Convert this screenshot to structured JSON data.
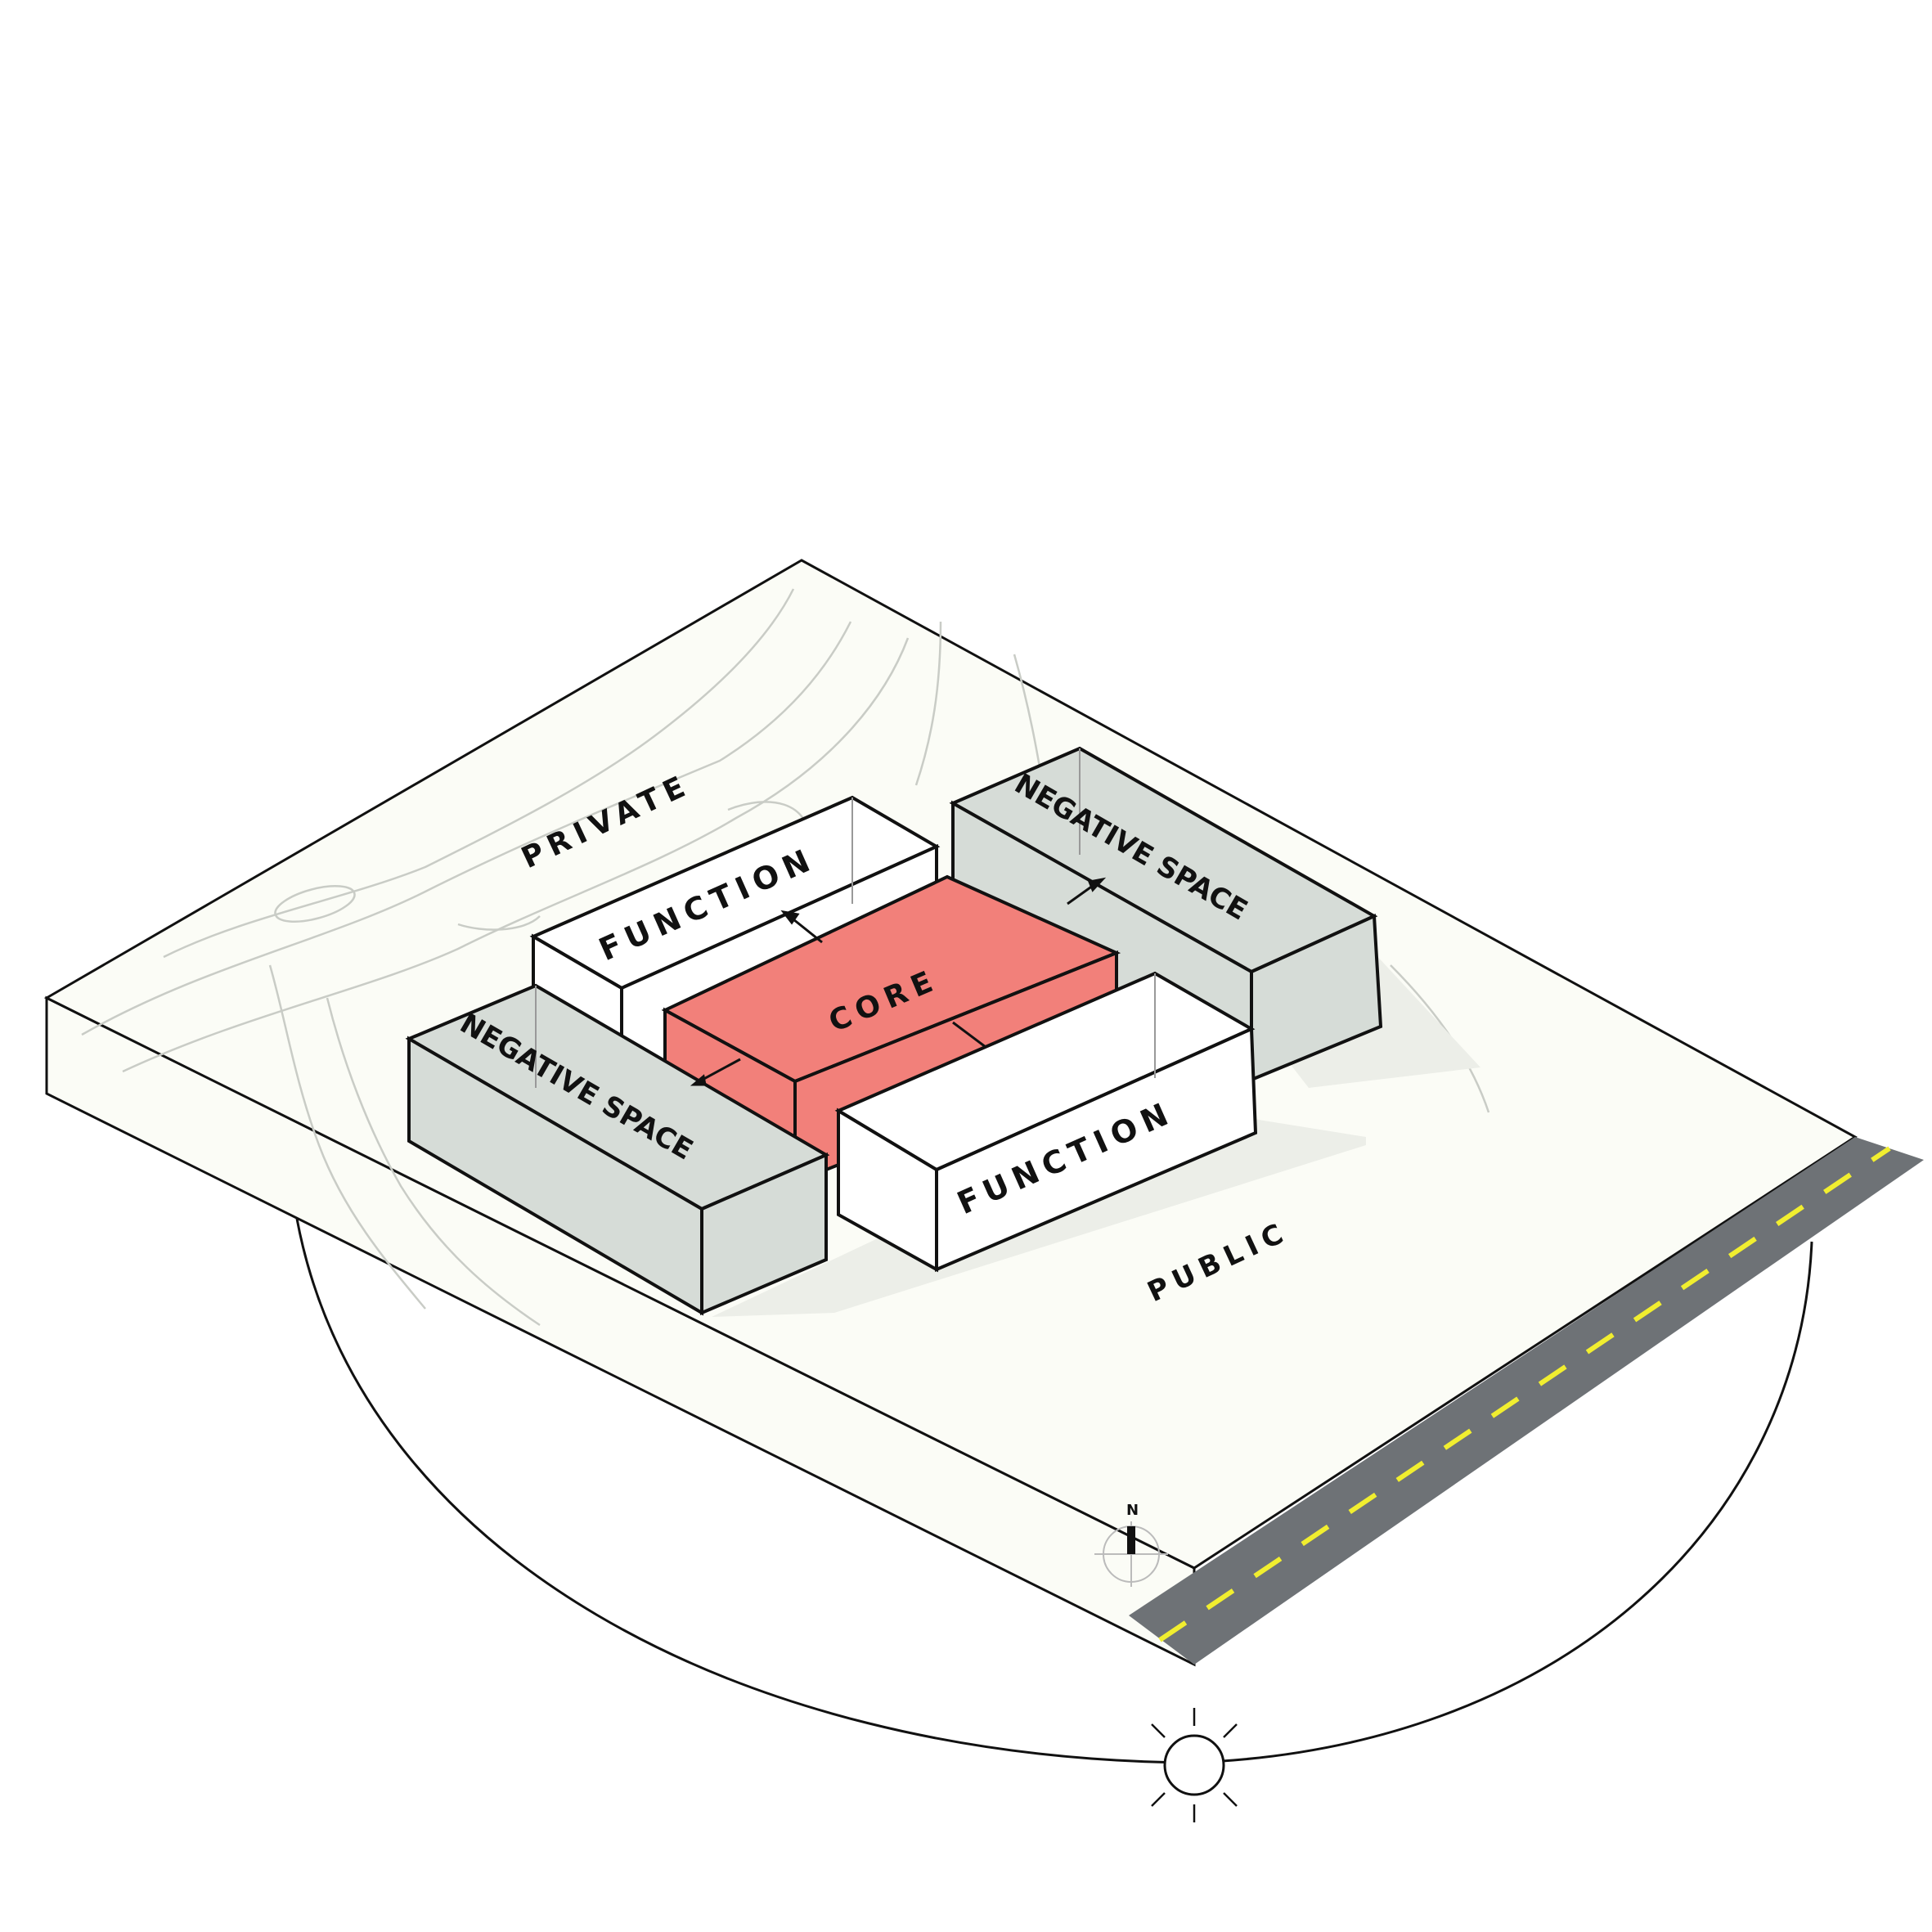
{
  "labels": {
    "private": "PRIVATE",
    "public": "PUBLIC",
    "core": "CORE",
    "function_back": "FUNCTION",
    "function_front": "FUNCTION",
    "negative_space_left": "NEGATIVE SPACE",
    "negative_space_right": "NEGATIVE SPACE",
    "north": "N"
  },
  "colors": {
    "ground": "#fbfcf6",
    "line": "#111111",
    "contour": "#c9ccc6",
    "core_fill": "#f2807a",
    "negative_fill": "#d6dcd7",
    "function_fill": "#ffffff",
    "road": "#6e7276",
    "road_stripe": "#f1ee2f",
    "shadow": "#eceee8"
  },
  "icons": {
    "compass": "north-arrow-icon",
    "sun": "sun-icon"
  }
}
